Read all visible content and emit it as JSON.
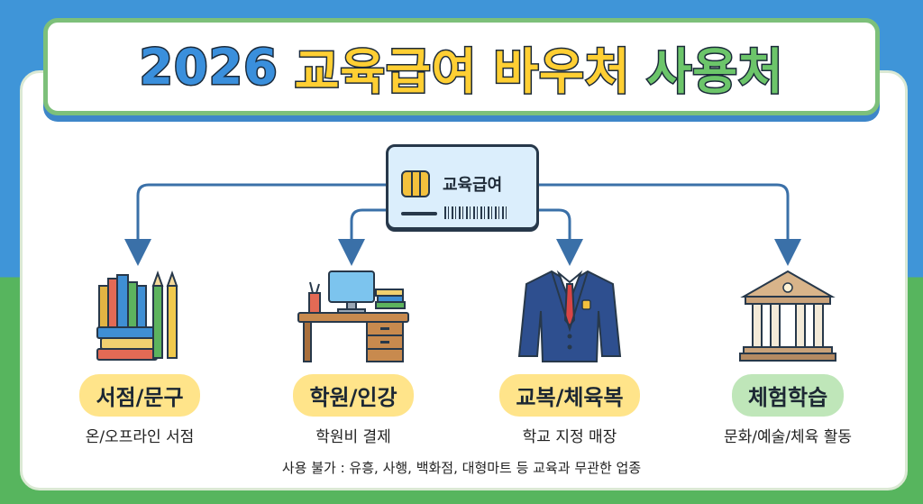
{
  "title": {
    "part1": "2026",
    "part2": "교육급여",
    "part3": "바우처",
    "part4": "사용처"
  },
  "card": {
    "label": "교육급여"
  },
  "categories": [
    {
      "label": "서점/문구",
      "desc": "온/오프라인 서점",
      "icon": "books-pencils-icon",
      "color": "#ffe48a"
    },
    {
      "label": "학원/인강",
      "desc": "학원비 결제",
      "icon": "desk-computer-icon",
      "color": "#ffe48a"
    },
    {
      "label": "교복/체육복",
      "desc": "학교 지정 매장",
      "icon": "school-uniform-icon",
      "color": "#ffe48a"
    },
    {
      "label": "체험학습",
      "desc": "문화/예술/체육 활동",
      "icon": "museum-icon",
      "color": "#bfe6b9"
    }
  ],
  "footnote": "사용 불가 : 유흥, 사행, 백화점, 대형마트 등 교육과 무관한 업종",
  "colors": {
    "background_top": "#3f95d8",
    "background_bottom": "#57b55e",
    "arrow": "#3a70a8"
  }
}
